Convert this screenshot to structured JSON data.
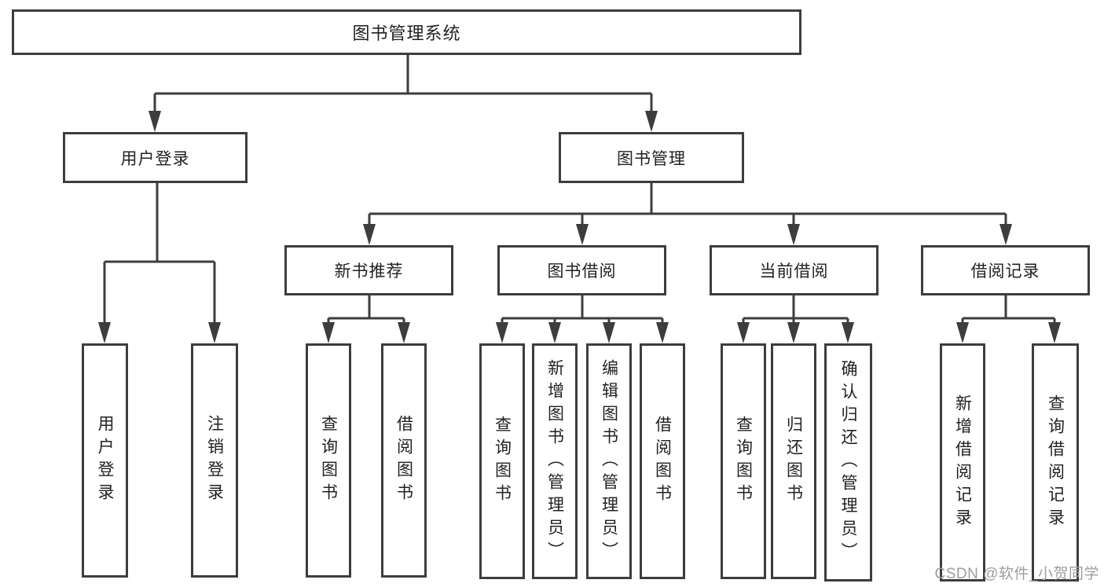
{
  "diagram": {
    "root": {
      "label": "图书管理系统"
    },
    "branches": [
      {
        "label": "用户登录",
        "children": [
          {
            "label": "用户登录"
          },
          {
            "label": "注销登录"
          }
        ]
      },
      {
        "label": "图书管理",
        "children": [
          {
            "label": "新书推荐",
            "children": [
              {
                "label": "查询图书"
              },
              {
                "label": "借阅图书"
              }
            ]
          },
          {
            "label": "图书借阅",
            "children": [
              {
                "label": "查询图书"
              },
              {
                "label": "新增图书（管理员）"
              },
              {
                "label": "编辑图书（管理员）"
              },
              {
                "label": "借阅图书"
              }
            ]
          },
          {
            "label": "当前借阅",
            "children": [
              {
                "label": "查询图书"
              },
              {
                "label": "归还图书"
              },
              {
                "label": "确认归还（管理员）"
              }
            ]
          },
          {
            "label": "借阅记录",
            "children": [
              {
                "label": "新增借阅记录"
              },
              {
                "label": "查询借阅记录"
              }
            ]
          }
        ]
      }
    ]
  },
  "watermark": {
    "text": "CSDN @软件_小贺同学"
  },
  "colors": {
    "line": "#3d3d3d",
    "box_border": "#3d3d3d",
    "text": "#222222",
    "background": "#ffffff",
    "watermark": "#9e9e9e"
  }
}
